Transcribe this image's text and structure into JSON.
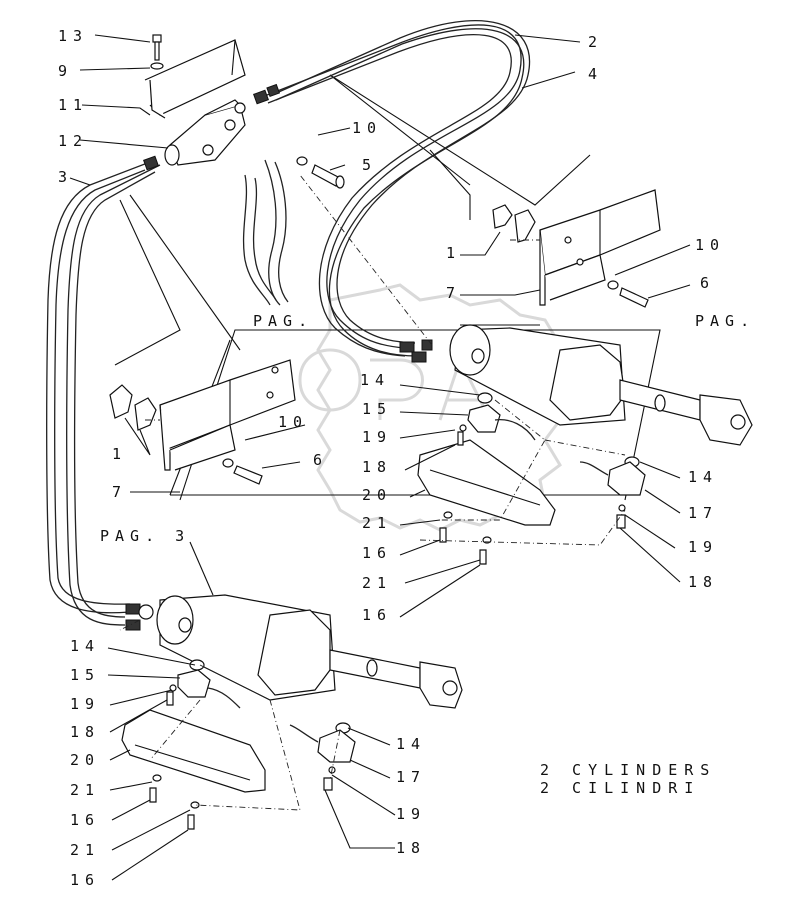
{
  "labels": {
    "l13": "13",
    "l9a": "9",
    "l11": "11",
    "l12": "12",
    "l3": "3",
    "l2": "2",
    "l4": "4",
    "l10a": "10",
    "l5": "5",
    "l1a": "1",
    "l7a": "7",
    "l10b": "10",
    "l6a": "6",
    "l1b": "1",
    "l7b": "7",
    "l10c": "10",
    "l6b": "6",
    "pag_a": "PAG.",
    "pag_b": "PAG.",
    "pag3": "PAG. 3",
    "l14a": "14",
    "l15a": "15",
    "l19a": "19",
    "l18a": "18",
    "l20a": "20",
    "l21a": "21",
    "l16a": "16",
    "l21b": "21",
    "l16b": "16",
    "l14b": "14",
    "l17a": "17",
    "l19b": "19",
    "l18b": "18",
    "l14c": "14",
    "l15b": "15",
    "l19c": "19",
    "l18c": "18",
    "l20b": "20",
    "l21c": "21",
    "l16c": "16",
    "l21d": "21",
    "l16d": "16",
    "l14d": "14",
    "l17b": "17",
    "l19d": "19",
    "l18d": "18"
  },
  "note": {
    "line1": "2 CYLINDERS",
    "line2": "2 CILINDRI"
  }
}
